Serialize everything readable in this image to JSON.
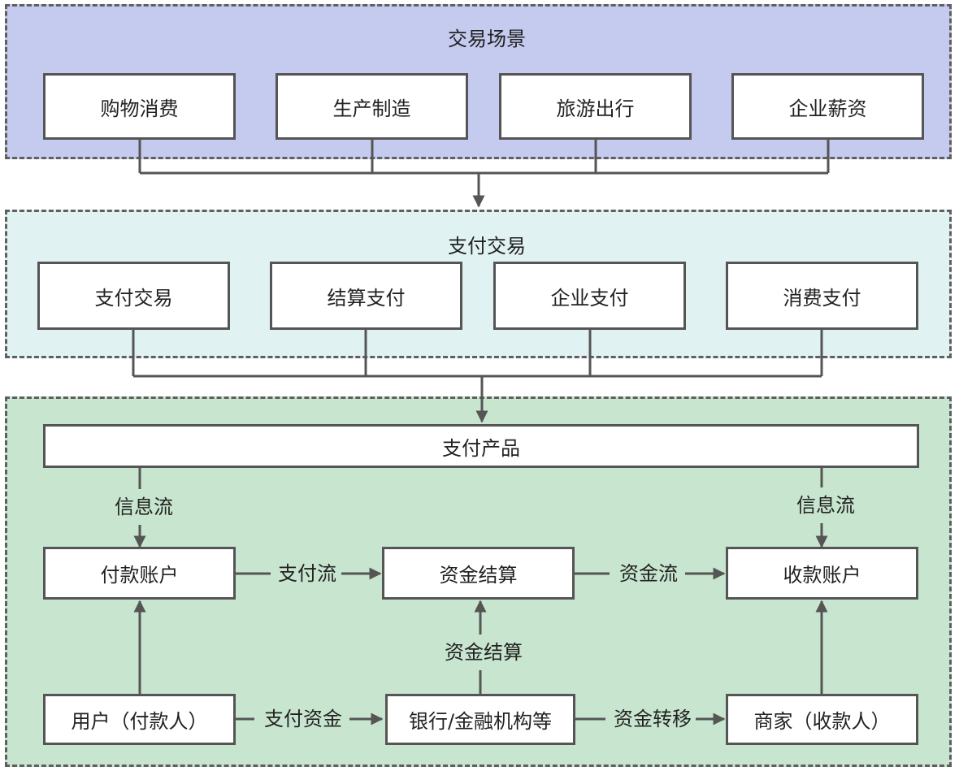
{
  "scene": {
    "title": "交易场景",
    "items": [
      "购物消费",
      "生产制造",
      "旅游出行",
      "企业薪资"
    ]
  },
  "trade": {
    "title": "支付交易",
    "items": [
      "支付交易",
      "结算支付",
      "企业支付",
      "消费支付"
    ]
  },
  "product": {
    "title": "支付产品",
    "info_flow_left": "信息流",
    "info_flow_right": "信息流",
    "payer_account": "付款账户",
    "settlement": "资金结算",
    "payee_account": "收款账户",
    "pay_flow": "支付流",
    "fund_flow": "资金流",
    "settlement_label": "资金结算",
    "payer": "用户（付款人）",
    "bank": "银行/金融机构等",
    "merchant": "商家（收款人）",
    "pay_funds": "支付资金",
    "fund_transfer": "资金转移"
  },
  "colors": {
    "scene_bg": "#c4cbef",
    "trade_bg": "#e0f2f2",
    "product_bg": "#c8e6cf",
    "line": "#555555"
  }
}
